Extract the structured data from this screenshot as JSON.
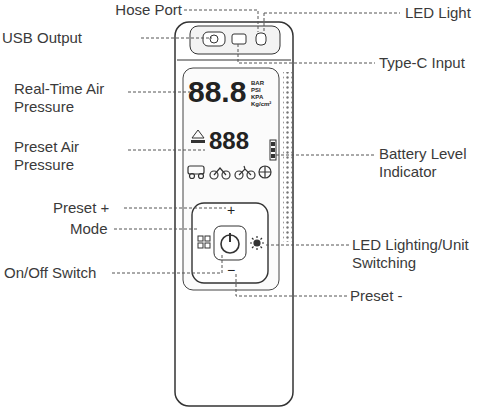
{
  "diagram": {
    "labels": [
      "Hose Port",
      "LED Light",
      "USB Output",
      "Type-C Input",
      "Real-Time Air Pressure",
      "Preset Air Pressure",
      "Battery Level Indicator",
      "Preset +",
      "Mode",
      "LED Lighting/Unit Switching",
      "On/Off Switch",
      "Preset -",
      "88.8",
      "BAR",
      "PSI",
      "KPA",
      "Kg/cm²",
      "888",
      "+",
      "−"
    ]
  }
}
